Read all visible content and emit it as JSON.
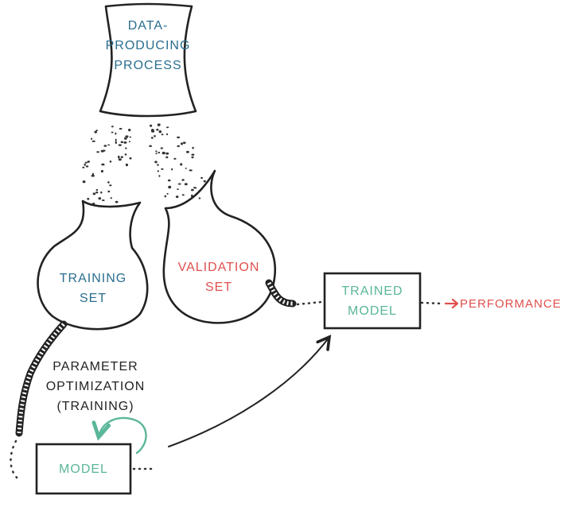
{
  "labels": {
    "process_line1": "DATA-",
    "process_line2": "PRODUCING",
    "process_line3": "PROCESS",
    "training_line1": "TRAINING",
    "training_line2": "SET",
    "validation_line1": "VALIDATION",
    "validation_line2": "SET",
    "trained_line1": "TRAINED",
    "trained_line2": "MODEL",
    "performance": "PERFORMANCE",
    "param_line1": "PARAMETER",
    "param_line2": "OPTIMIZATION",
    "param_line3": "(TRAINING)",
    "model": "MODEL"
  },
  "colors": {
    "process_text": "#2a6e8f",
    "training_text": "#2a6e8f",
    "validation_text": "#e0504e",
    "performance_text": "#e0504e",
    "model_text": "#5bb69a",
    "loop_arrow": "#5bb69a",
    "ink": "#222222"
  }
}
